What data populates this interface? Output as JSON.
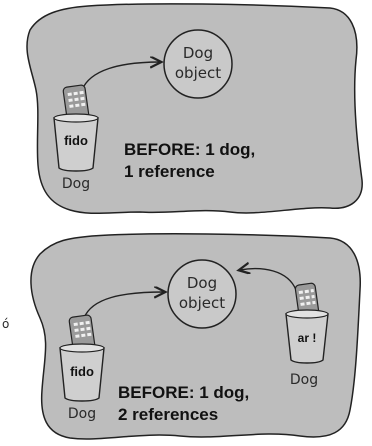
{
  "colors": {
    "blob_fill": "#bdbdbd",
    "blob_stroke": "#222222",
    "object_fill": "#c9c9c9",
    "cup_fill": "#cfcfcf"
  },
  "panel_before_one": {
    "object": {
      "line1": "Dog",
      "line2": "object"
    },
    "reference": {
      "remote_label": "fido",
      "type_label": "Dog"
    },
    "caption": {
      "line1": "BEFORE: 1 dog,",
      "line2": "1 reference"
    }
  },
  "panel_before_two": {
    "object": {
      "line1": "Dog",
      "line2": "object"
    },
    "reference_left": {
      "remote_label": "fido",
      "type_label": "Dog"
    },
    "reference_right": {
      "remote_label": "ar !",
      "type_label": "Dog"
    },
    "caption": {
      "line1": "BEFORE: 1 dog,",
      "line2": "2 references"
    }
  }
}
